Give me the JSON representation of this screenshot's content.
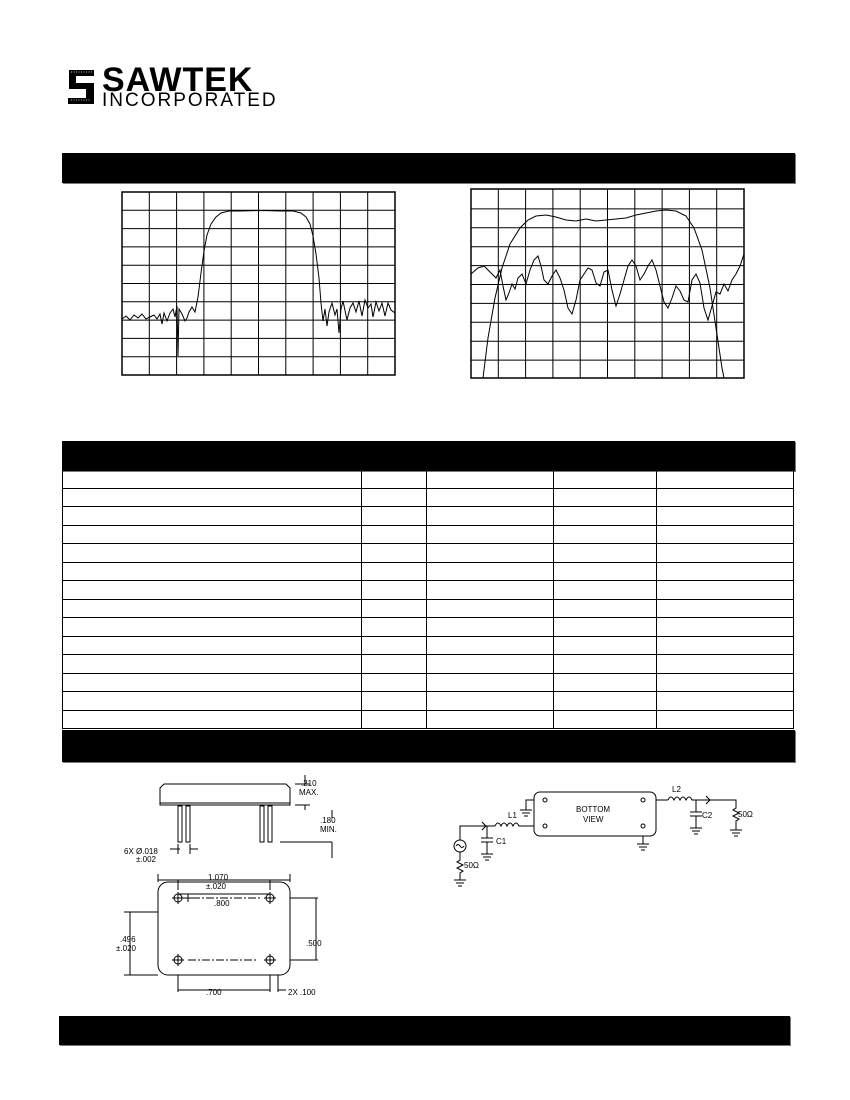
{
  "brand": {
    "name": "SAWTEK",
    "sub": "INCORPORATED"
  },
  "mechanical": {
    "height_max": ".210",
    "height_max_label": "MAX.",
    "lead_len": ".180",
    "lead_len_label": "MIN.",
    "lead_dia": "6X Ø.018",
    "lead_dia_tol": "±.002",
    "width": "1.070",
    "width_tol": "±.020",
    "pin_span": ".800",
    "depth": ".496",
    "depth_tol": "±.020",
    "row_spacing": ".500",
    "bottom_span": ".700",
    "pin_pitch": "2X .100"
  },
  "circuit": {
    "package_label": "BOTTOM",
    "package_label2": "VIEW",
    "l1": "L1",
    "l2": "L2",
    "c1": "C1",
    "c2": "C2",
    "source_imp": "50Ω",
    "load_imp": "50Ω"
  },
  "spec_table": {
    "rows": 14,
    "columns": 5
  }
}
